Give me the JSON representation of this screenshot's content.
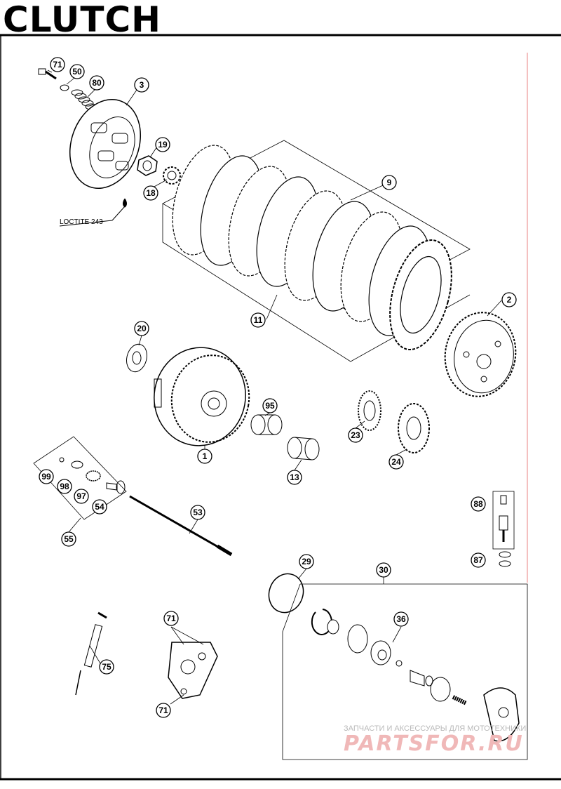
{
  "title": "CLUTCH",
  "note": "LOCTITE 243",
  "watermark": {
    "caption": "ЗАПЧАСТИ И АКСЕССУАРЫ ДЛЯ МОТОТЕХНИКИ",
    "brand": "PARTSFOR.RU"
  },
  "colors": {
    "line": "#000000",
    "frame_red": "#e88080",
    "watermark": "#f0b8b8"
  },
  "callouts": [
    {
      "id": "c71a",
      "label": "71"
    },
    {
      "id": "c50",
      "label": "50"
    },
    {
      "id": "c80",
      "label": "80"
    },
    {
      "id": "c3",
      "label": "3"
    },
    {
      "id": "c19",
      "label": "19"
    },
    {
      "id": "c18",
      "label": "18"
    },
    {
      "id": "c9",
      "label": "9"
    },
    {
      "id": "c2",
      "label": "2"
    },
    {
      "id": "c11",
      "label": "11"
    },
    {
      "id": "c20",
      "label": "20"
    },
    {
      "id": "c95",
      "label": "95"
    },
    {
      "id": "c23",
      "label": "23"
    },
    {
      "id": "c24",
      "label": "24"
    },
    {
      "id": "c1",
      "label": "1"
    },
    {
      "id": "c13",
      "label": "13"
    },
    {
      "id": "c99",
      "label": "99"
    },
    {
      "id": "c98",
      "label": "98"
    },
    {
      "id": "c97",
      "label": "97"
    },
    {
      "id": "c54",
      "label": "54"
    },
    {
      "id": "c53",
      "label": "53"
    },
    {
      "id": "c55",
      "label": "55"
    },
    {
      "id": "c88",
      "label": "88"
    },
    {
      "id": "c87",
      "label": "87"
    },
    {
      "id": "c29",
      "label": "29"
    },
    {
      "id": "c30",
      "label": "30"
    },
    {
      "id": "c36",
      "label": "36"
    },
    {
      "id": "c71b",
      "label": "71"
    },
    {
      "id": "c75",
      "label": "75"
    },
    {
      "id": "c71c",
      "label": "71"
    }
  ]
}
